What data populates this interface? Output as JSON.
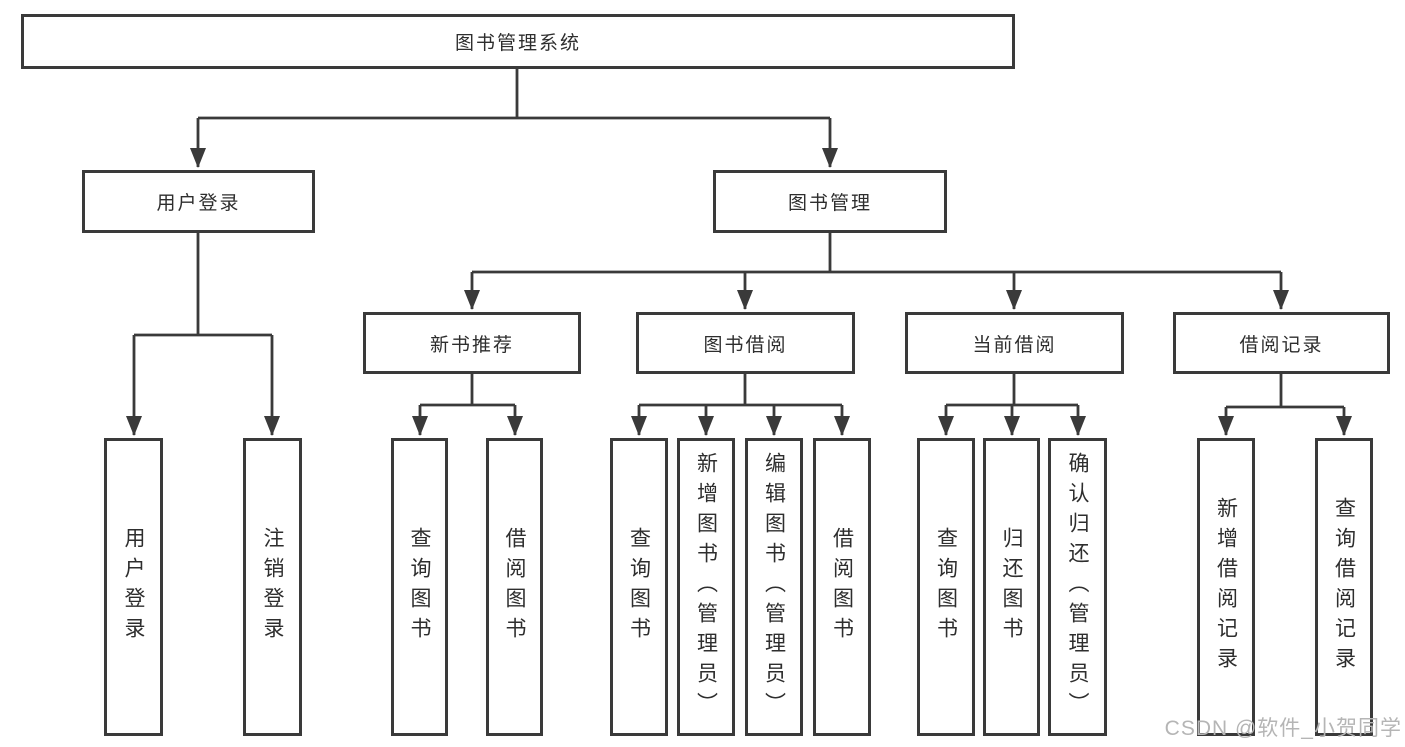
{
  "diagram": {
    "root": {
      "label": "图书管理系统"
    },
    "branches": [
      {
        "label": "用户登录",
        "children": [
          {
            "label": "用户登录"
          },
          {
            "label": "注销登录"
          }
        ]
      },
      {
        "label": "图书管理",
        "children": [
          {
            "label": "新书推荐",
            "children": [
              {
                "label": "查询图书"
              },
              {
                "label": "借阅图书"
              }
            ]
          },
          {
            "label": "图书借阅",
            "children": [
              {
                "label": "查询图书"
              },
              {
                "label": "新增图书（管理员）"
              },
              {
                "label": "编辑图书（管理员）"
              },
              {
                "label": "借阅图书"
              }
            ]
          },
          {
            "label": "当前借阅",
            "children": [
              {
                "label": "查询图书"
              },
              {
                "label": "归还图书"
              },
              {
                "label": "确认归还（管理员）"
              }
            ]
          },
          {
            "label": "借阅记录",
            "children": [
              {
                "label": "新增借阅记录"
              },
              {
                "label": "查询借阅记录"
              }
            ]
          }
        ]
      }
    ]
  },
  "watermark": {
    "text": "CSDN @软件_小贺同学"
  },
  "colors": {
    "line": "#3a3a3a",
    "text": "#2e2e2e",
    "watermark": "#b5b5b5",
    "background": "#ffffff"
  }
}
